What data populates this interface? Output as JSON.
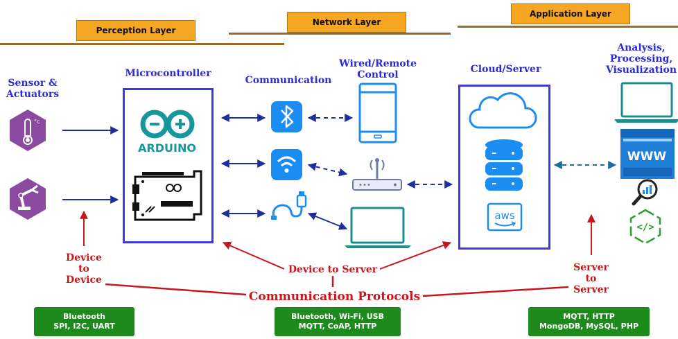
{
  "layers": {
    "perception": "Perception Layer",
    "network": "Network Layer",
    "application": "Application Layer"
  },
  "titles": {
    "sensors": [
      "Sensor &",
      "Actuators"
    ],
    "microcontroller": "Microcontroller",
    "communication": "Communication",
    "wired": [
      "Wired/Remote",
      "Control"
    ],
    "cloud": "Cloud/Server",
    "analysis": [
      "Analysis,",
      "Processing,",
      "Visualization"
    ]
  },
  "logos": {
    "arduino": "ARDUINO",
    "aws": "aws",
    "www": "WWW",
    "code": "</>"
  },
  "labels": {
    "device_to_device": [
      "Device",
      "to",
      "Device"
    ],
    "device_to_server": "Device to Server",
    "server_to_server": [
      "Server",
      "to",
      "Server"
    ],
    "protocols": "Communication Protocols"
  },
  "protocol_boxes": {
    "left": [
      "Bluetooth",
      "SPI, I2C, UART"
    ],
    "middle": [
      "Bluetooth, Wi-Fi, USB",
      "MQTT, CoAP, HTTP"
    ],
    "right": [
      "MQTT, HTTP",
      "MongoDB, MySQL, PHP"
    ]
  },
  "colors": {
    "layer_label": "#f5a623",
    "blue": "#2b2bd6",
    "red": "#c8161d",
    "green": "#1e8a1e",
    "arduino": "#16979c"
  }
}
